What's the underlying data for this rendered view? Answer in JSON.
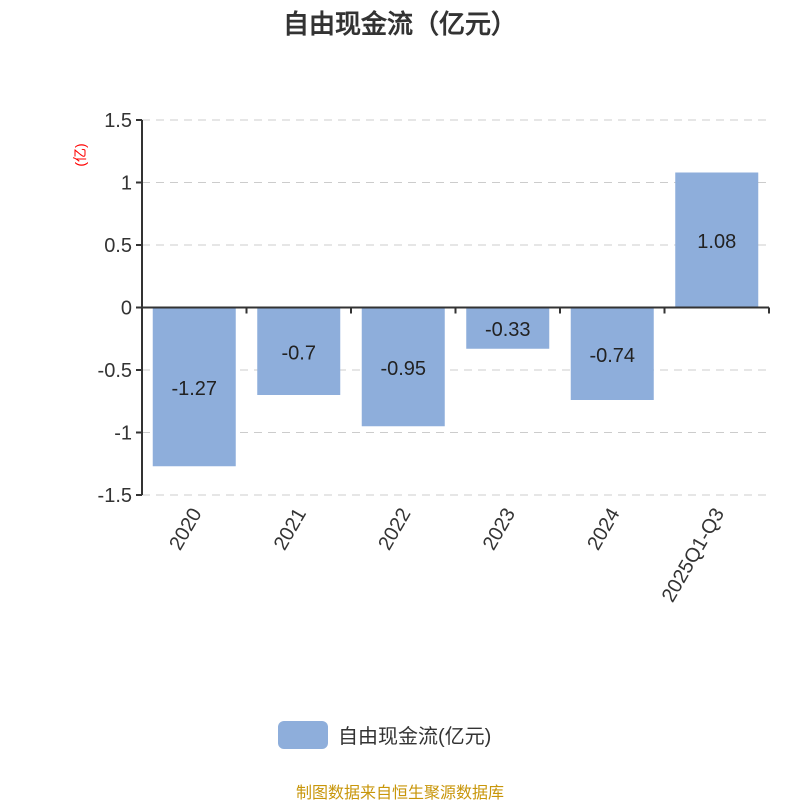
{
  "chart_data": {
    "type": "bar",
    "title": "自由现金流（亿元）",
    "ylabel": "(亿)",
    "categories": [
      "2020",
      "2021",
      "2022",
      "2023",
      "2024",
      "2025Q1-Q3"
    ],
    "series": [
      {
        "name": "自由现金流(亿元)",
        "values": [
          -1.27,
          -0.7,
          -0.95,
          -0.33,
          -0.74,
          1.08
        ],
        "color": "#8eaedb"
      }
    ],
    "ylim": [
      -1.5,
      1.5
    ],
    "yticks": [
      "1.5",
      "1",
      "0.5",
      "0",
      "-0.5",
      "-1",
      "-1.5"
    ],
    "ytick_values": [
      1.5,
      1,
      0.5,
      0,
      -0.5,
      -1,
      -1.5
    ],
    "grid": true,
    "legend": "bottom"
  },
  "source": "制图数据来自恒生聚源数据库"
}
